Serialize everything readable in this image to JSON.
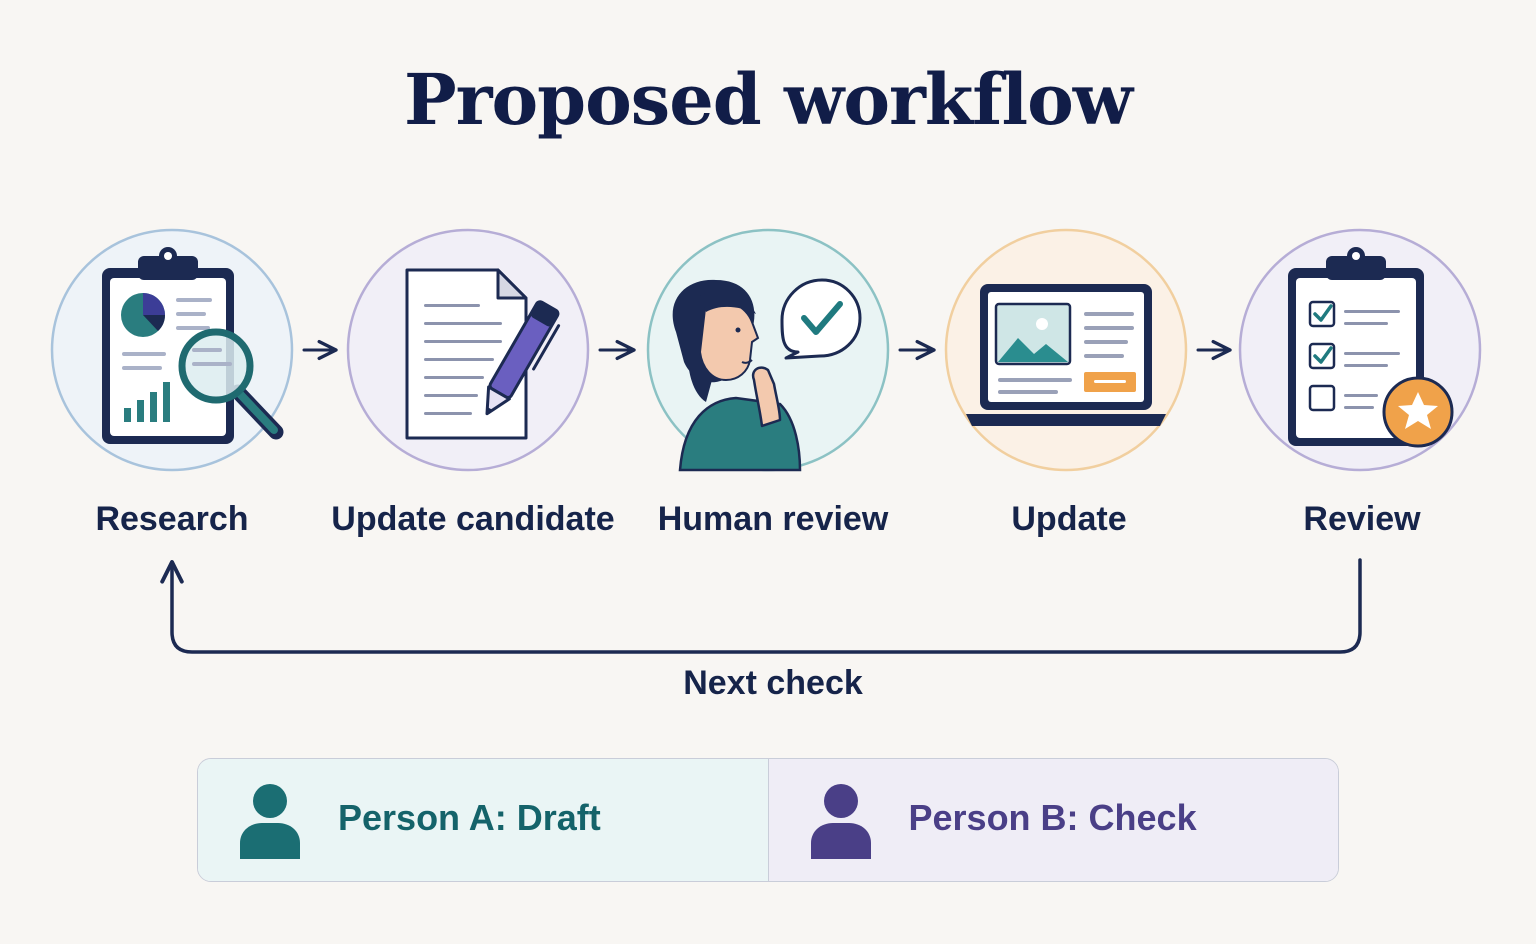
{
  "title": "Proposed workflow",
  "steps": [
    {
      "label": "Research",
      "icon": "clipboard-magnifier-icon"
    },
    {
      "label": "Update candidate",
      "icon": "document-pen-icon"
    },
    {
      "label": "Human review",
      "icon": "person-thinking-check-icon"
    },
    {
      "label": "Update",
      "icon": "laptop-icon"
    },
    {
      "label": "Review",
      "icon": "checklist-star-icon"
    }
  ],
  "loop": {
    "label": "Next check"
  },
  "roles": [
    {
      "label": "Person A: Draft",
      "icon": "person-icon",
      "color": "#1b6e73"
    },
    {
      "label": "Person B: Check",
      "icon": "person-icon",
      "color": "#4a3f87"
    }
  ],
  "colors": {
    "navy": "#1c2a52",
    "teal": "#1f7a7f",
    "purple": "#4a3f87",
    "orange": "#f0a24a",
    "background": "#f8f6f3"
  }
}
